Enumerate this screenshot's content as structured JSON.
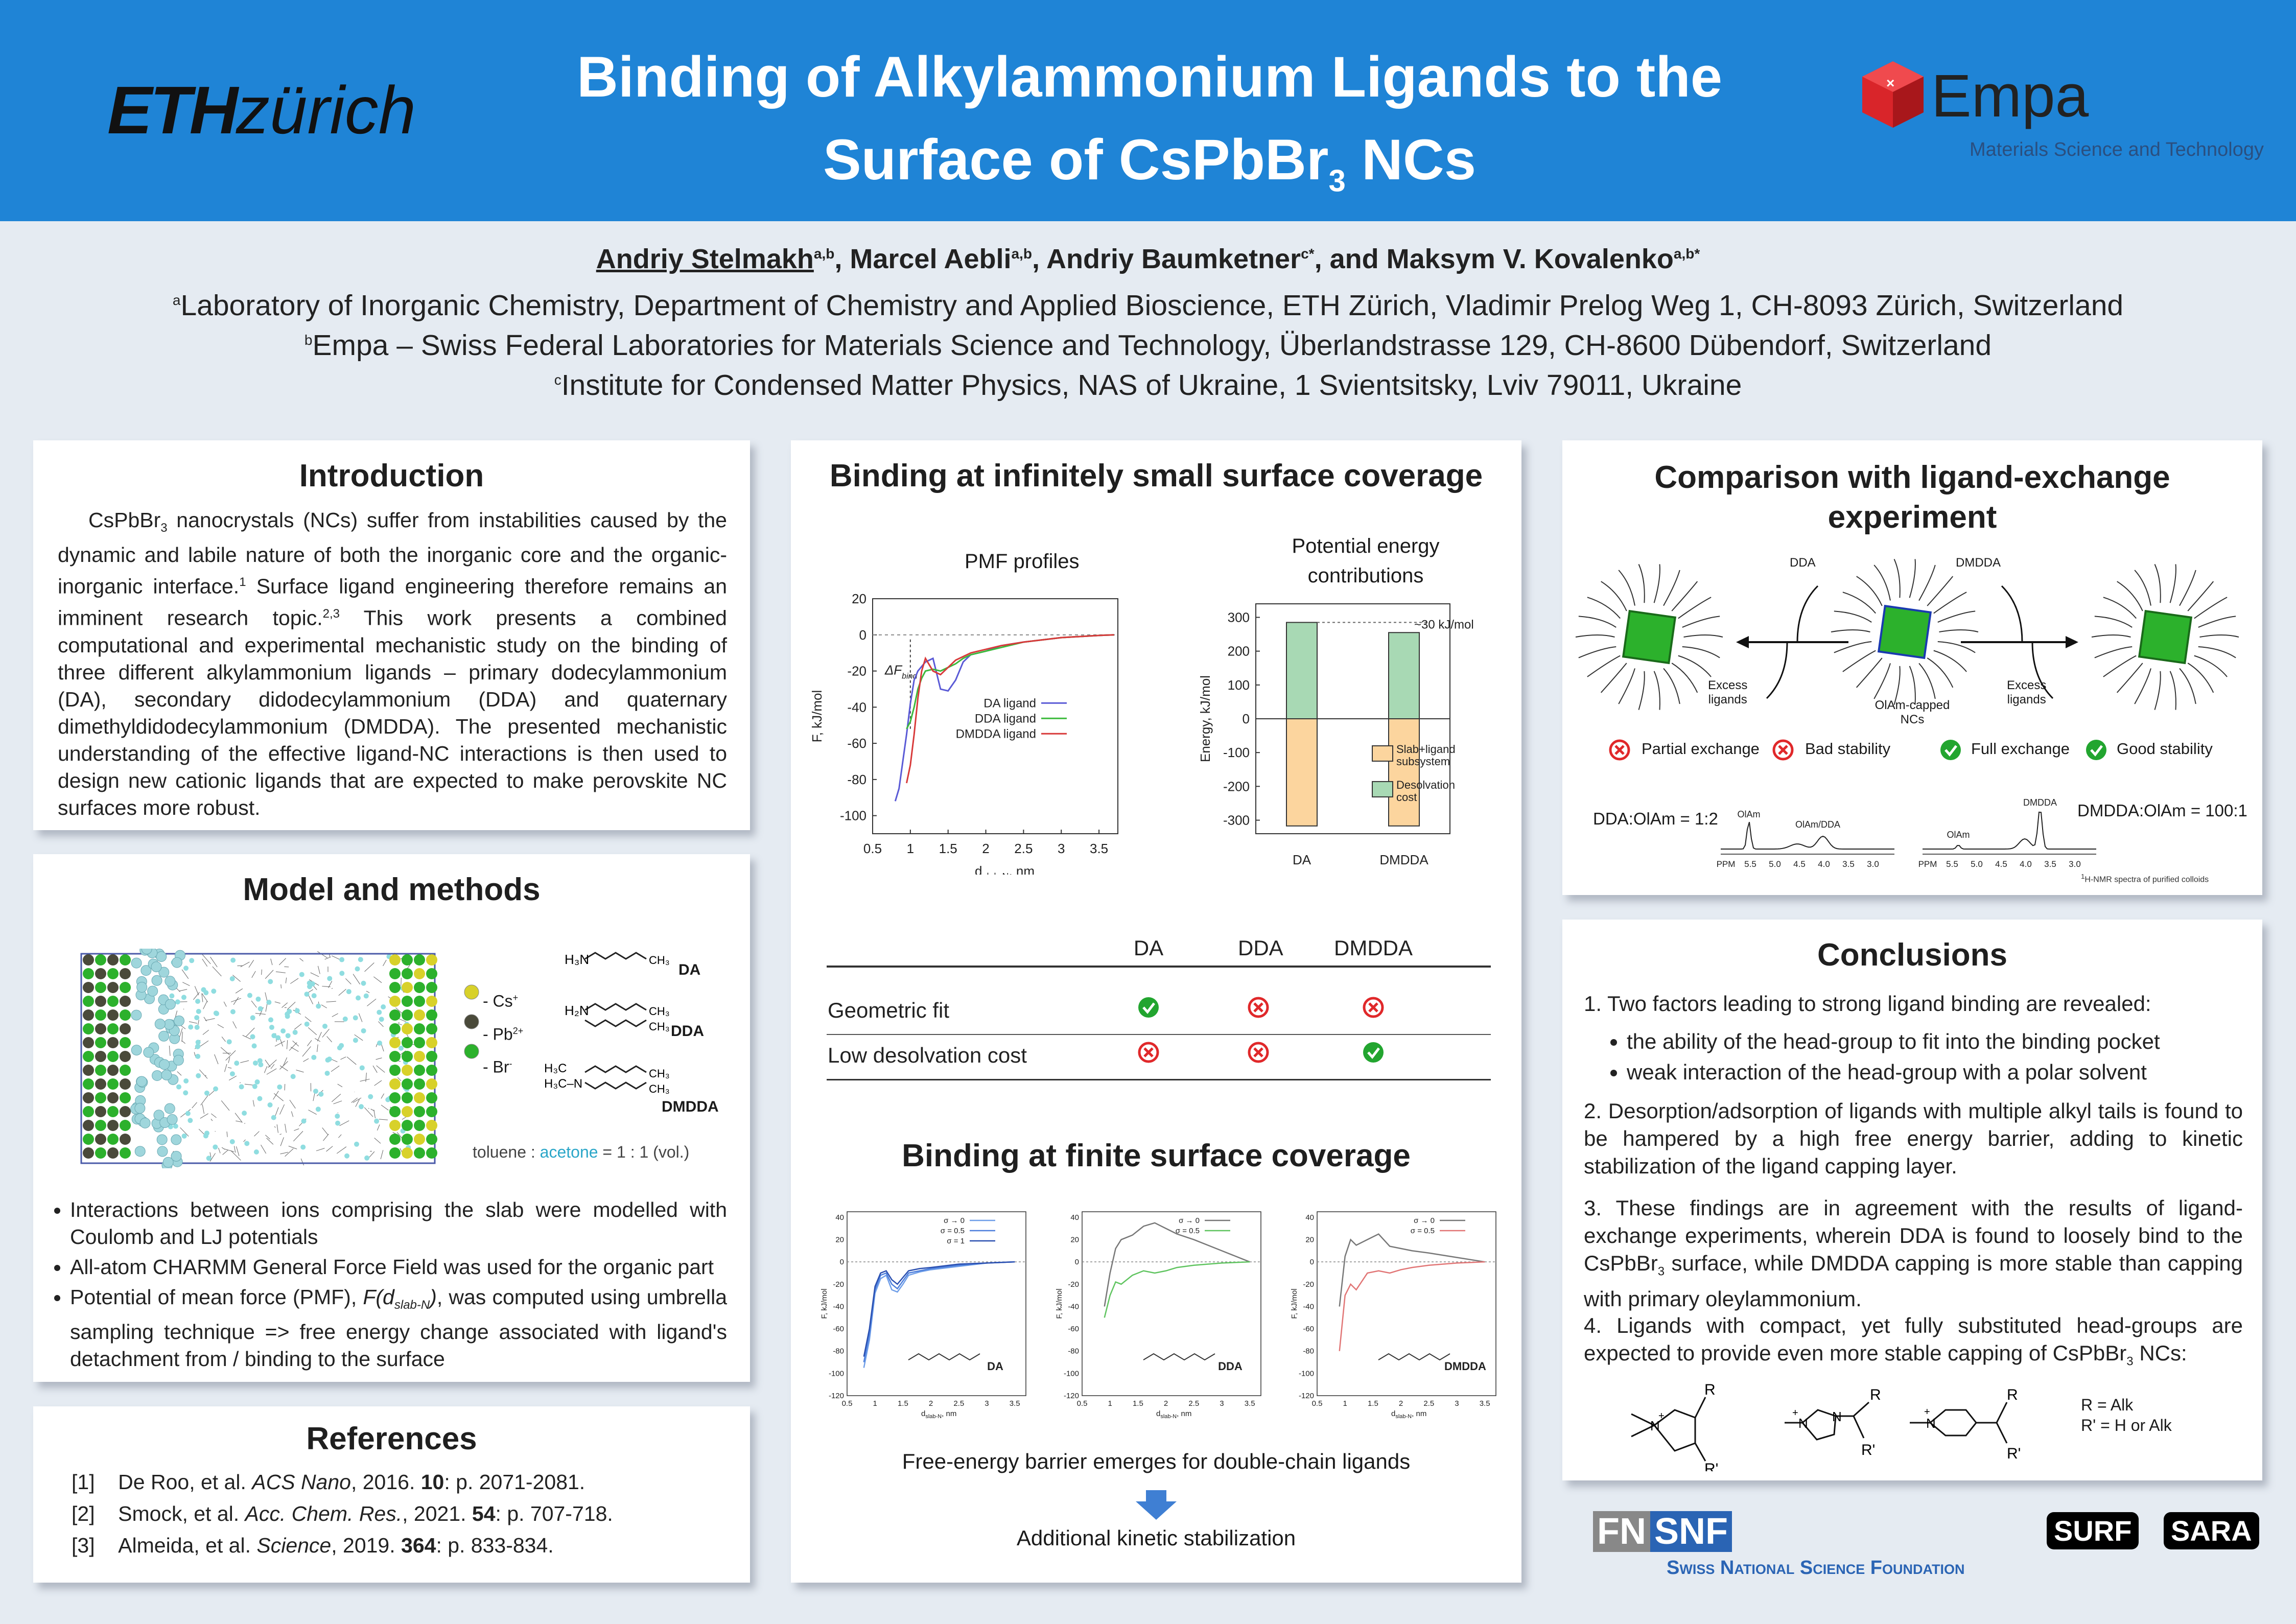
{
  "header": {
    "eth_logo_bold": "ETH",
    "eth_logo_rest": "zürich",
    "title_line1": "Binding of Alkylammonium Ligands to the",
    "title_line2_pre": "Surface of CsPbBr",
    "title_line2_sub": "3",
    "title_line2_post": " NCs",
    "empa_name": "Empa",
    "empa_sub": "Materials Science and Technology",
    "colors": {
      "banner": "#1f84d6",
      "page": "#e5ebf2"
    }
  },
  "authors": {
    "a1": "Andriy Stelmakh",
    "a1_sup": "a,b",
    "a2": "Marcel Aebli",
    "a2_sup": "a,b",
    "a3": "Andriy Baumketner",
    "a3_sup": "c*",
    "a4": "and Maksym V. Kovalenko",
    "a4_sup": "a,b*",
    "sep": ", ",
    "aff_a_sup": "a",
    "aff_a": "Laboratory of Inorganic Chemistry, Department of Chemistry and Applied Bioscience, ETH Zürich, Vladimir Prelog Weg 1, CH-8093 Zürich, Switzerland",
    "aff_b_sup": "b",
    "aff_b": "Empa – Swiss Federal Laboratories for Materials Science and Technology, Überlandstrasse 129, CH-8600 Dübendorf, Switzerland",
    "aff_c_sup": "c",
    "aff_c": "Institute for Condensed Matter Physics, NAS of Ukraine, 1 Svientsitsky, Lviv 79011, Ukraine"
  },
  "intro": {
    "title": "Introduction",
    "p1": "CsPbBr",
    "p1_sub": "3",
    "p2": " nanocrystals (NCs) suffer from instabilities caused by the dynamic and labile nature of both the inorganic core and the organic-inorganic interface.",
    "p2_sup": "1",
    "p3": " Surface ligand engineering therefore remains an imminent research topic.",
    "p3_sup": "2,3",
    "p4": " This work presents a combined computational and experimental mechanistic study on the binding of three different alkylammonium ligands – primary dodecylammonium (DA), secondary didodecylammonium (DDA) and quaternary dimethyldidodecylammonium (DMDDA). The presented mechanistic understanding of the effective ligand-NC interactions is then used to design new cationic ligands that are expected to make perovskite NC surfaces more robust."
  },
  "model": {
    "title": "Model and methods",
    "legend": [
      "- Cs",
      "- Pb",
      "- Br"
    ],
    "legend_sups": [
      "+",
      "2+",
      "-"
    ],
    "ligand_labels": [
      "DA",
      "DDA",
      "DMDDA"
    ],
    "solvent_pre": "toluene : ",
    "solvent_hl": "acetone",
    "solvent_post": " = 1 : 1 (vol.)",
    "bullet1": "Interactions between ions comprising the slab were modelled with Coulomb and LJ potentials",
    "bullet2": "All-atom CHARMM General Force Field was used for the organic part",
    "bullet3_pre": "Potential of mean force (PMF), ",
    "bullet3_f": "F(d",
    "bullet3_sub": "slab-N",
    "bullet3_close": ")",
    "bullet3_post": ", was computed using umbrella sampling technique => free energy change associated with ligand's detachment from / binding to the surface"
  },
  "references": {
    "title": "References",
    "items": [
      {
        "num": "[1]",
        "pre": "De Roo, et al. ",
        "journal": "ACS Nano",
        "mid": ", 2016. ",
        "vol": "10",
        "post": ": p. 2071-2081."
      },
      {
        "num": "[2]",
        "pre": "Smock, et al. ",
        "journal": "Acc. Chem. Res.",
        "mid": ", 2021. ",
        "vol": "54",
        "post": ": p. 707-718."
      },
      {
        "num": "[3]",
        "pre": "Almeida, et al. ",
        "journal": "Science",
        "mid": ", 2019. ",
        "vol": "364",
        "post": ": p. 833-834."
      }
    ]
  },
  "binding_small": {
    "title": "Binding at infinitely small surface coverage",
    "pmf_title": "PMF profiles",
    "energy_title_1": "Potential energy",
    "energy_title_2": "contributions",
    "delta_f": "ΔF",
    "delta_f_sub": "bind",
    "annot_30": "~30 kJ/mol",
    "table": {
      "headers": [
        "DA",
        "DDA",
        "DMDDA"
      ],
      "rows": [
        {
          "label": "Geometric fit",
          "values": [
            "yes",
            "no",
            "no"
          ]
        },
        {
          "label": "Low desolvation cost",
          "values": [
            "no",
            "no",
            "yes"
          ]
        }
      ]
    }
  },
  "binding_finite": {
    "title": "Binding at finite surface coverage",
    "panel_labels": [
      "DA",
      "DDA",
      "DMDDA"
    ],
    "legends": [
      [
        "σ → 0",
        "σ = 0.5",
        "σ = 1"
      ],
      [
        "σ → 0",
        "σ = 0.5"
      ],
      [
        "σ → 0",
        "σ = 0.5"
      ]
    ],
    "caption1": "Free-energy barrier emerges for double-chain ligands",
    "caption2": "Additional kinetic stabilization"
  },
  "comparison": {
    "title_1": "Comparison with ligand-exchange",
    "title_2": "experiment",
    "labels": {
      "dda": "DDA",
      "dmdda": "DMDDA",
      "excess": "Excess",
      "ligands": "ligands",
      "capped_1": "OlAm-capped",
      "capped_2": "NCs"
    },
    "checks": [
      {
        "label": "Partial exchange",
        "ok": false
      },
      {
        "label": "Bad stability",
        "ok": false
      },
      {
        "label": "Full exchange",
        "ok": true
      },
      {
        "label": "Good stability",
        "ok": true
      }
    ],
    "ratio_left": "DDA:OlAm = 1:2",
    "ratio_right": "DMDDA:OlAm = 100:1",
    "nmr_labels_left": [
      "OlAm",
      "OlAm/DDA"
    ],
    "nmr_labels_right": [
      "OlAm",
      "DMDDA"
    ],
    "ppm_axis": [
      "PPM",
      "5.5",
      "5.0",
      "4.5",
      "4.0",
      "3.5",
      "3.0"
    ],
    "nmr_caption_sup": "1",
    "nmr_caption": "H-NMR spectra of purified colloids"
  },
  "conclusions": {
    "title": "Conclusions",
    "c1": "1. Two factors leading to strong ligand binding are revealed:",
    "c1a": "the ability of the head-group to fit into the binding pocket",
    "c1b": "weak interaction of the head-group with a polar solvent",
    "c2": "2. Desorption/adsorption of ligands with multiple alkyl tails is found to be hampered by a high free energy barrier, adding to kinetic stabilization of the ligand capping layer.",
    "c3_pre": "3. These findings are in agreement with the results of ligand-exchange experiments, wherein DDA is found to loosely bind to the CsPbBr",
    "c3_sub": "3",
    "c3_post": " surface, while DMDDA capping is more stable than capping with primary oleylammonium.",
    "c4_pre": "4. Ligands with compact, yet fully substituted head-groups are expected to provide even more stable capping of CsPbBr",
    "c4_sub": "3",
    "c4_post": " NCs:",
    "r_def": "R = Alk",
    "r2_def": "R' = H or Alk"
  },
  "footer": {
    "fnsnf_left": "FN",
    "fnsnf_right": "SNF",
    "snf_name": "Swiss National Science Foundation",
    "surf": "SURF",
    "sara": "SARA"
  },
  "chart_data": [
    {
      "type": "line",
      "title": "PMF profiles",
      "xlabel": "d_slab-N, nm",
      "ylabel": "F, kJ/mol",
      "xlim": [
        0.5,
        3.75
      ],
      "ylim": [
        -110,
        20
      ],
      "xticks": [
        0.5,
        1,
        1.5,
        2,
        2.5,
        3,
        3.5
      ],
      "yticks": [
        20,
        0,
        -20,
        -40,
        -60,
        -80,
        -100
      ],
      "legend_position": "center-right",
      "series": [
        {
          "name": "DA ligand",
          "color": "#5a5ad6",
          "x": [
            0.8,
            0.85,
            0.9,
            0.95,
            1.0,
            1.05,
            1.1,
            1.2,
            1.3,
            1.4,
            1.5,
            1.6,
            1.7,
            1.8,
            2.0,
            2.2,
            2.5,
            3.0,
            3.5,
            3.7
          ],
          "y": [
            -92,
            -85,
            -70,
            -55,
            -38,
            -25,
            -20,
            -15,
            -13,
            -30,
            -31,
            -25,
            -15,
            -11,
            -9,
            -6,
            -4,
            -1.5,
            -0.3,
            0
          ]
        },
        {
          "name": "DDA ligand",
          "color": "#3cba3c",
          "x": [
            0.95,
            1.0,
            1.05,
            1.1,
            1.15,
            1.2,
            1.3,
            1.4,
            1.5,
            1.6,
            1.7,
            1.8,
            2.0,
            2.2,
            2.5,
            3.0,
            3.5,
            3.7
          ],
          "y": [
            -52,
            -48,
            -40,
            -30,
            -24,
            -20,
            -19,
            -20,
            -18,
            -16,
            -13,
            -11,
            -9,
            -7,
            -4,
            -1.5,
            -0.3,
            0
          ]
        },
        {
          "name": "DMDDA ligand",
          "color": "#d83a3a",
          "x": [
            0.95,
            1.0,
            1.05,
            1.1,
            1.15,
            1.2,
            1.3,
            1.4,
            1.5,
            1.6,
            1.7,
            1.8,
            2.0,
            2.2,
            2.5,
            3.0,
            3.5,
            3.7
          ],
          "y": [
            -82,
            -72,
            -55,
            -35,
            -20,
            -13,
            -20,
            -22,
            -18,
            -14,
            -12,
            -10,
            -8,
            -6,
            -4,
            -1.5,
            -0.3,
            0
          ]
        }
      ]
    },
    {
      "type": "bar",
      "title": "Potential energy contributions",
      "ylabel": "Energy, kJ/mol",
      "categories": [
        "DA",
        "DMDDA"
      ],
      "ylim": [
        -340,
        340
      ],
      "yticks": [
        300,
        200,
        100,
        0,
        -100,
        -200,
        -300
      ],
      "legend_position": "lower-right",
      "series": [
        {
          "name": "Slab+ligand subsystem",
          "color": "#fcd59e",
          "values": [
            -317,
            -317
          ]
        },
        {
          "name": "Desolvation cost",
          "color": "#a8d9b4",
          "values": [
            285,
            255
          ]
        }
      ]
    },
    {
      "type": "line",
      "title": "",
      "xlabel": "d_slab-N, nm",
      "ylabel": "F, kJ/mol",
      "xlim": [
        0.5,
        3.7
      ],
      "ylim": [
        -120,
        45
      ],
      "annotation": "DA",
      "series": [
        {
          "name": "σ → 0",
          "color": "#6f9ee8",
          "x": [
            0.8,
            0.9,
            1.0,
            1.1,
            1.2,
            1.3,
            1.4,
            1.5,
            1.6,
            1.8,
            2.0,
            2.5,
            3.0,
            3.5
          ],
          "y": [
            -95,
            -70,
            -28,
            -15,
            -12,
            -25,
            -27,
            -20,
            -12,
            -9,
            -7,
            -4,
            -1,
            0
          ]
        },
        {
          "name": "σ = 0.5",
          "color": "#4d7fdc",
          "x": [
            0.8,
            0.9,
            1.0,
            1.1,
            1.2,
            1.3,
            1.4,
            1.5,
            1.6,
            1.8,
            2.0,
            2.5,
            3.0,
            3.5
          ],
          "y": [
            -90,
            -65,
            -25,
            -12,
            -10,
            -20,
            -24,
            -17,
            -10,
            -8,
            -6,
            -3,
            -1,
            0
          ]
        },
        {
          "name": "σ = 1",
          "color": "#2a4fb0",
          "x": [
            0.8,
            0.9,
            1.0,
            1.1,
            1.2,
            1.3,
            1.4,
            1.5,
            1.6,
            1.8,
            2.0,
            2.5,
            3.0,
            3.5
          ],
          "y": [
            -85,
            -60,
            -22,
            -10,
            -8,
            -16,
            -20,
            -14,
            -8,
            -6,
            -5,
            -2,
            -1,
            0
          ]
        }
      ]
    },
    {
      "type": "line",
      "title": "",
      "xlabel": "d_slab-N, nm",
      "ylabel": "F, kJ/mol",
      "xlim": [
        0.5,
        3.7
      ],
      "ylim": [
        -120,
        45
      ],
      "annotation": "DDA",
      "series": [
        {
          "name": "σ → 0",
          "color": "#777777",
          "x": [
            0.9,
            1.0,
            1.1,
            1.2,
            1.4,
            1.6,
            1.8,
            2.0,
            2.2,
            2.5,
            3.0,
            3.5
          ],
          "y": [
            -40,
            -10,
            12,
            20,
            24,
            32,
            35,
            30,
            25,
            20,
            10,
            0
          ]
        },
        {
          "name": "σ = 0.5",
          "color": "#5fc45f",
          "x": [
            0.9,
            1.0,
            1.1,
            1.2,
            1.4,
            1.6,
            1.8,
            2.0,
            2.2,
            2.5,
            3.0,
            3.5
          ],
          "y": [
            -50,
            -30,
            -18,
            -20,
            -12,
            -8,
            -10,
            -8,
            -5,
            -3,
            -1,
            0
          ]
        }
      ]
    },
    {
      "type": "line",
      "title": "",
      "xlabel": "d_slab-N, nm",
      "ylabel": "F, kJ/mol",
      "xlim": [
        0.5,
        3.7
      ],
      "ylim": [
        -120,
        45
      ],
      "annotation": "DMDDA",
      "series": [
        {
          "name": "σ → 0",
          "color": "#777777",
          "x": [
            0.9,
            1.0,
            1.1,
            1.2,
            1.4,
            1.6,
            1.8,
            2.0,
            2.2,
            2.5,
            3.0,
            3.5
          ],
          "y": [
            -40,
            5,
            20,
            15,
            20,
            25,
            14,
            12,
            10,
            8,
            4,
            0
          ]
        },
        {
          "name": "σ = 0.5",
          "color": "#e17575",
          "x": [
            0.9,
            1.0,
            1.1,
            1.2,
            1.4,
            1.6,
            1.8,
            2.0,
            2.2,
            2.5,
            3.0,
            3.5
          ],
          "y": [
            -80,
            -30,
            -20,
            -25,
            -10,
            -8,
            -10,
            -7,
            -5,
            -3,
            -1,
            0
          ]
        }
      ]
    }
  ]
}
